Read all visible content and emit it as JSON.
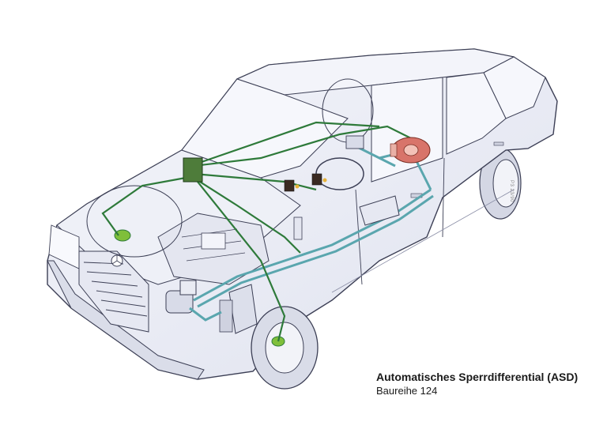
{
  "caption": {
    "title": "Automatisches Sperrdifferential (ASD)",
    "subtitle": "Baureihe 124"
  },
  "photo_code": "P3 23/90",
  "colors": {
    "body_fill": "#eef0f8",
    "body_stroke": "#3c3f55",
    "hydraulic_line": "#5aa6ae",
    "electric_line": "#2e7a3a",
    "wheel_sensor": "#7fbf3a",
    "differential": "#d8746a",
    "glass": "#f6f7fc",
    "tire": "#d9dce8"
  }
}
